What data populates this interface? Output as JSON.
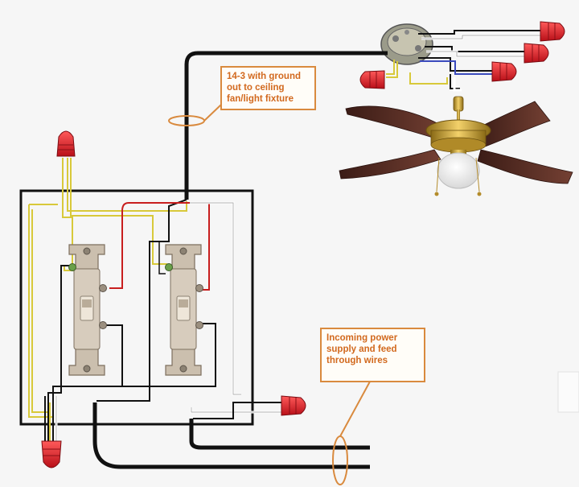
{
  "callouts": {
    "ceiling_feed": {
      "lines": [
        "14-3 with ground",
        "out to ceiling",
        "fan/light fixture"
      ]
    },
    "incoming_power": {
      "lines": [
        "Incoming power",
        "supply and feed",
        "through wires"
      ]
    }
  },
  "colors": {
    "callout_border": "#d98a3e",
    "callout_text": "#d2691e",
    "wire_black": "#111111",
    "wire_red": "#c81e1e",
    "wire_white": "#ffffff",
    "wire_ground": "#d8c93a",
    "wire_nut": "#e0202a",
    "switch_body": "#cbbfae",
    "fan_blade": "#5a2e24",
    "brass": "#c9a233"
  },
  "icons": [
    "wire-nut-icon",
    "light-switch-icon",
    "ceiling-fan-icon",
    "junction-box-icon"
  ]
}
